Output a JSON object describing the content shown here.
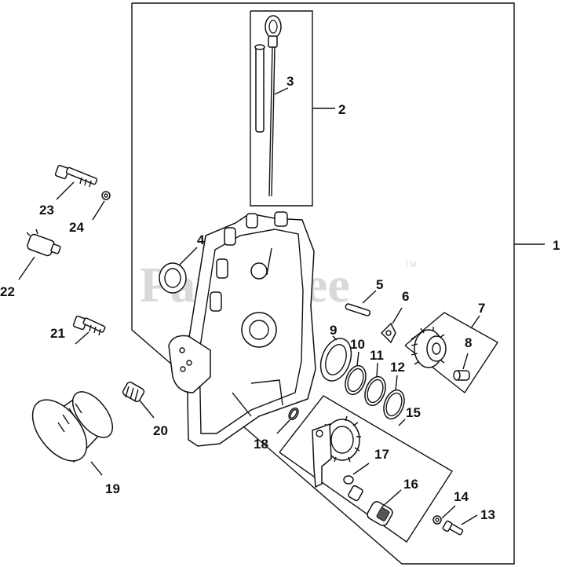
{
  "watermark": {
    "text": "PartsTree",
    "trademark": "TM"
  },
  "callouts": {
    "c1": "1",
    "c2": "2",
    "c3": "3",
    "c4": "4",
    "c5": "5",
    "c6": "6",
    "c7": "7",
    "c8": "8",
    "c9": "9",
    "c10": "10",
    "c11": "11",
    "c12": "12",
    "c13": "13",
    "c14": "14",
    "c15": "15",
    "c16": "16",
    "c17": "17",
    "c18": "18",
    "c19": "19",
    "c20": "20",
    "c21": "21",
    "c22": "22",
    "c23": "23",
    "c24": "24"
  }
}
